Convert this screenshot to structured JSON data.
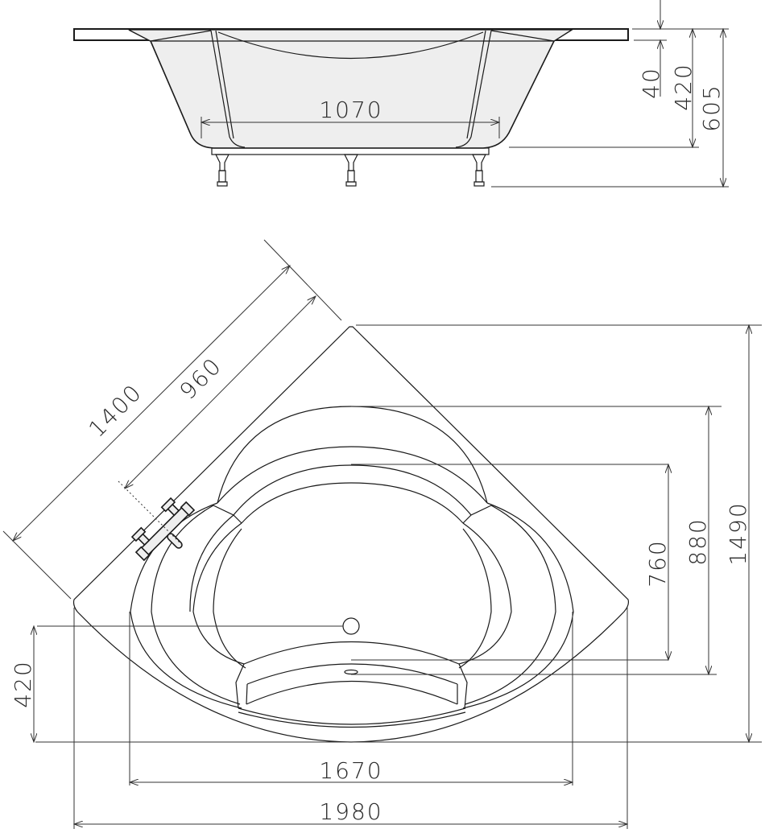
{
  "drawing": {
    "title": "Corner bathtub dimension drawing",
    "colors": {
      "line": "#1a1a1a",
      "body_fill": "#eeeeee",
      "background": "#ffffff"
    },
    "side_view": {
      "dimensions": {
        "inner_length": "1070",
        "rim_thickness": "40",
        "tub_depth": "420",
        "total_height": "605"
      }
    },
    "plan_view": {
      "dimensions": {
        "diagonal_outer": "1400",
        "diagonal_inner": "960",
        "inner_depth": "760",
        "basin_depth": "880",
        "total_depth": "1490",
        "drain_offset": "420",
        "basin_width": "1670",
        "total_width": "1980"
      }
    }
  }
}
